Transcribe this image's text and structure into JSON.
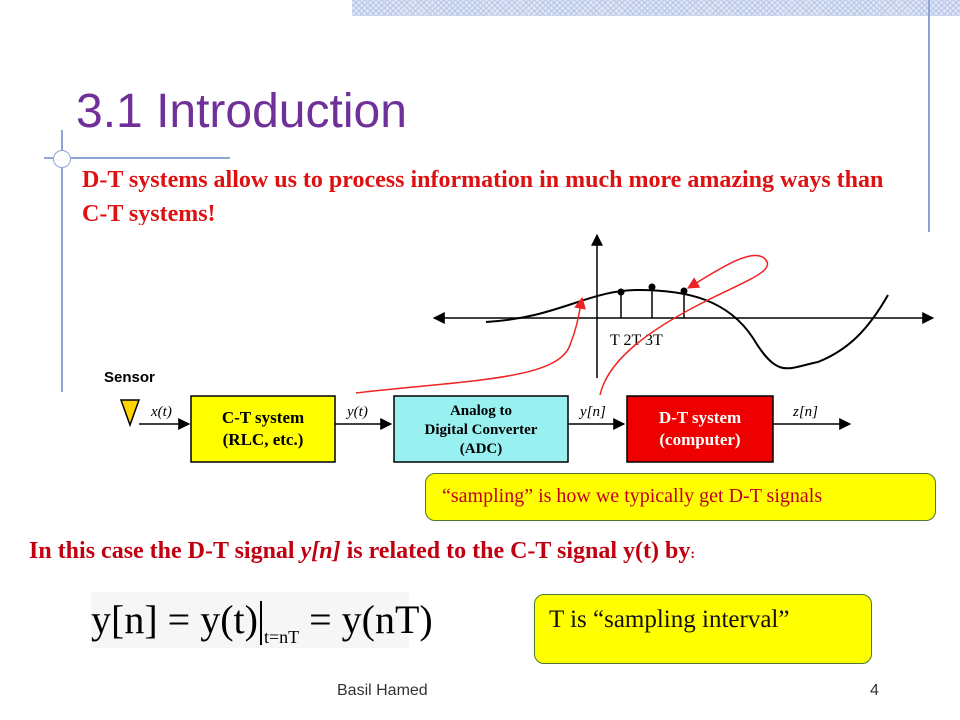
{
  "slide": {
    "title": "3.1 Introduction",
    "lead": "D-T systems allow us to process information in much more amazing ways than C-T systems!",
    "footer_author": "Basil Hamed",
    "page_number": "4"
  },
  "diagram": {
    "sensor_label": "Sensor",
    "x_signal": "x(t)",
    "ct_block": [
      "C-T system",
      "(RLC, etc.)"
    ],
    "y_signal": "y(t)",
    "adc_block": [
      "Analog to",
      "Digital Converter",
      "(ADC)"
    ],
    "yn_signal": "y[n]",
    "dt_block": [
      "D-T system",
      "(computer)"
    ],
    "zn_signal": "z[n]",
    "sample_ticks": "T 2T 3T",
    "colors": {
      "ct": "#ffff00",
      "adc": "#99f0f0",
      "dt": "#ee0000",
      "arrow": "#ee2222"
    }
  },
  "callouts": {
    "sampling": "“sampling” is how we typically get D-T signals",
    "interval": "T is “sampling interval”"
  },
  "relation": {
    "prefix": "In this case the D-T signal ",
    "signal": "y[n]",
    "suffix": " is related to the C-T signal y(t) by",
    "colon": ":"
  },
  "equation": {
    "lhs": "y[n] = y(t)",
    "subscript": "t=nT",
    "rhs": " = y(nT)"
  }
}
